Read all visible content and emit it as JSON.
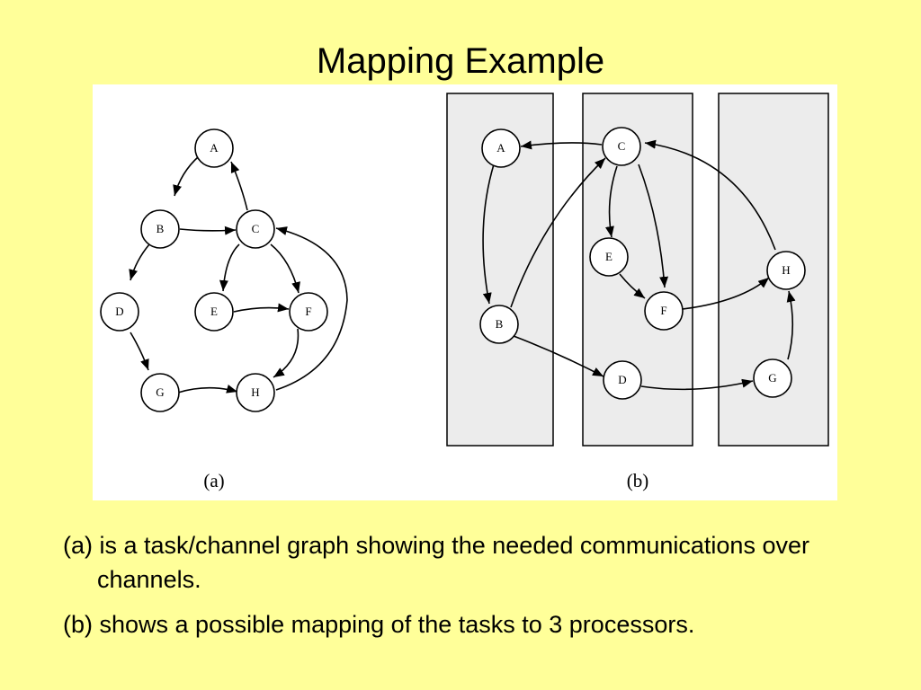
{
  "title": "Mapping Example",
  "figure": {
    "graph_a": {
      "caption": "(a)",
      "nodes": [
        {
          "id": "A",
          "label": "A"
        },
        {
          "id": "B",
          "label": "B"
        },
        {
          "id": "C",
          "label": "C"
        },
        {
          "id": "D",
          "label": "D"
        },
        {
          "id": "E",
          "label": "E"
        },
        {
          "id": "F",
          "label": "F"
        },
        {
          "id": "G",
          "label": "G"
        },
        {
          "id": "H",
          "label": "H"
        }
      ],
      "edges": [
        {
          "from": "A",
          "to": "B"
        },
        {
          "from": "B",
          "to": "C"
        },
        {
          "from": "C",
          "to": "A"
        },
        {
          "from": "B",
          "to": "D"
        },
        {
          "from": "C",
          "to": "E"
        },
        {
          "from": "C",
          "to": "F"
        },
        {
          "from": "E",
          "to": "F"
        },
        {
          "from": "D",
          "to": "G"
        },
        {
          "from": "G",
          "to": "H"
        },
        {
          "from": "F",
          "to": "H"
        },
        {
          "from": "H",
          "to": "C"
        }
      ]
    },
    "graph_b": {
      "caption": "(b)",
      "processor_count": 3,
      "processors": [
        {
          "tasks": [
            "A",
            "B"
          ]
        },
        {
          "tasks": [
            "C",
            "E",
            "F",
            "D"
          ]
        },
        {
          "tasks": [
            "H",
            "G"
          ]
        }
      ],
      "nodes": [
        {
          "id": "A",
          "label": "A"
        },
        {
          "id": "B",
          "label": "B"
        },
        {
          "id": "C",
          "label": "C"
        },
        {
          "id": "D",
          "label": "D"
        },
        {
          "id": "E",
          "label": "E"
        },
        {
          "id": "F",
          "label": "F"
        },
        {
          "id": "G",
          "label": "G"
        },
        {
          "id": "H",
          "label": "H"
        }
      ]
    }
  },
  "bullets": [
    "(a) is a task/channel graph showing the needed communications over channels.",
    "(b) shows a possible mapping of the tasks to 3 processors."
  ]
}
